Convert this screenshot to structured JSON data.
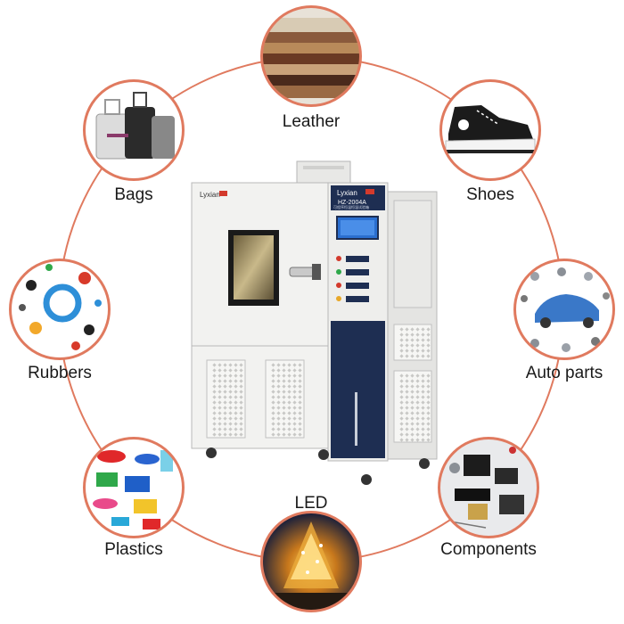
{
  "colors": {
    "ring": "#e07a5f",
    "machine_body": "#f2f2f0",
    "panel_navy": "#1e2e52",
    "brand_red": "#d33a2c"
  },
  "machine": {
    "brand": "Lyxian",
    "model": "HZ-2004A",
    "subtitle": "可程序恒温恒湿试验箱"
  },
  "applications": [
    {
      "id": "leather",
      "label": "Leather",
      "icon": "leather-swatch-icon"
    },
    {
      "id": "shoes",
      "label": "Shoes",
      "icon": "sneaker-icon"
    },
    {
      "id": "auto-parts",
      "label": "Auto parts",
      "icon": "car-parts-icon"
    },
    {
      "id": "components",
      "label": "Components",
      "icon": "chip-icon"
    },
    {
      "id": "led",
      "label": "LED",
      "icon": "christmas-tree-icon"
    },
    {
      "id": "plastics",
      "label": "Plastics",
      "icon": "plastic-ware-icon"
    },
    {
      "id": "rubbers",
      "label": "Rubbers",
      "icon": "rubber-seal-icon"
    },
    {
      "id": "bags",
      "label": "Bags",
      "icon": "suitcase-icon"
    }
  ]
}
